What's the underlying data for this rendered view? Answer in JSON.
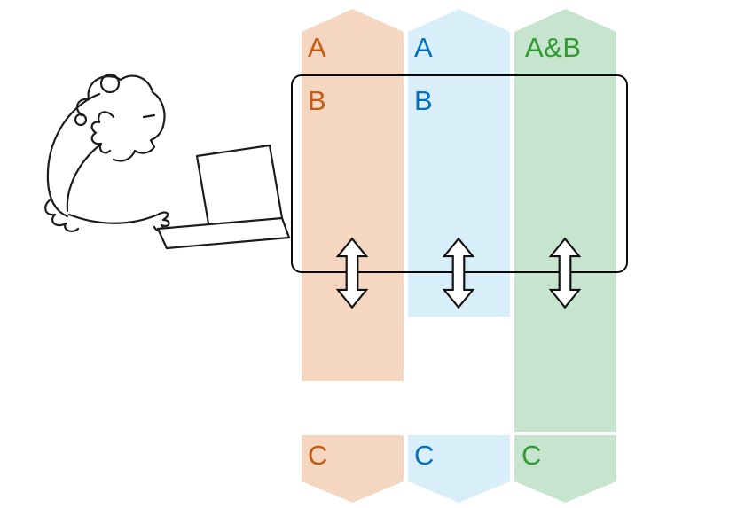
{
  "canvas": {
    "background": "#ffffff",
    "frame_stroke": "#0a0a0a"
  },
  "illustration": {
    "name": "person-thinking-at-laptop",
    "stroke": "#1c1c1c"
  },
  "arrow_icon": {
    "name": "up-down-arrow-icon",
    "stroke": "#111111",
    "fill": "#ffffff"
  },
  "columns": [
    {
      "name": "orange",
      "fill": "#F4D6C1",
      "text_color": "#C55A11",
      "top_label": "A",
      "inner_label": "B",
      "bottom_label": "C"
    },
    {
      "name": "blue",
      "fill": "#D8EEF9",
      "text_color": "#0070C0",
      "top_label": "A",
      "inner_label": "B",
      "bottom_label": "C"
    },
    {
      "name": "green",
      "fill": "#C7E5CE",
      "text_color": "#2E9B30",
      "top_label": "A&B",
      "inner_label": "",
      "bottom_label": "C"
    }
  ]
}
